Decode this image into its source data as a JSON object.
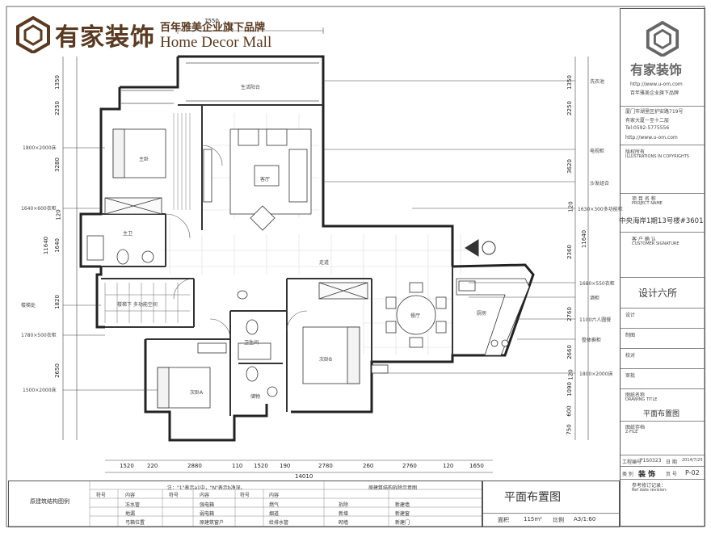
{
  "logo": {
    "brand": "有家装饰",
    "slogan": "百年雅美企业旗下品牌",
    "english": "Home Decor Mall"
  },
  "dimensions": {
    "top": "7550",
    "left": [
      "1350",
      "2250",
      "3280",
      "120",
      "1640",
      "1820",
      "2650"
    ],
    "left_total": "11640",
    "right": [
      "1350",
      "2250",
      "3620",
      "120",
      "2360",
      "2760",
      "2660",
      "120",
      "1090",
      "600",
      "750"
    ],
    "right_total": "11640",
    "bottom": [
      "1520",
      "220",
      "2880",
      "110",
      "1520",
      "190",
      "2780",
      "260",
      "2760",
      "120",
      "1650"
    ],
    "bottom_total": "14010"
  },
  "left_annotations": [
    "1800×2000床",
    "1640×600衣柜",
    "楼梯处",
    "1780×500衣柜",
    "1500×2000床"
  ],
  "right_annotations": [
    "洗衣池",
    "电视柜",
    "沙发组合",
    "1630×300多功能柜",
    "1680×550衣柜",
    "酒柜",
    "1100六人圆餐",
    "整体橱柜",
    "1800×2000床"
  ],
  "rooms": {
    "balcony": "生活阳台",
    "master": "主卧",
    "living": "客厅",
    "bath_master": "主卫",
    "corridor": "走道",
    "stair_room": "楼梯下 多功能空间",
    "dining": "餐厅",
    "kitchen": "厨房",
    "bath": "卫生间",
    "second_b": "次卧B",
    "second_a": "次卧A",
    "storage": "储物"
  },
  "title_block": {
    "url": "http://www.u-om.com",
    "company_cn": "百年雅美企业旗下品牌",
    "address": "厦门市湖里区护安路719号",
    "address2": "有家大厦一至十二层",
    "tel": "Tel:0592-5775556",
    "url2": "http://www.u-om.com",
    "notice_title": "版权所有",
    "notice_en": "ILLUSTRATIONS IN COPYRIGHTS",
    "project_label": "项 目 名 称",
    "project_en": "PROJECT NAME",
    "project_name": "中央海岸1期13号楼#3601",
    "client_label": "客 户 确 认",
    "client_en": "CUSTOMER SIGNATURE",
    "dept": "设计六所",
    "design": "设计",
    "draw": "制图",
    "check": "校对",
    "approve": "审批",
    "drawing_name_label": "图纸名称",
    "drawing_name_en": "DRAWING TITLE",
    "drawing_name": "平面布置图",
    "drawing_no_label": "图纸存档",
    "drawing_no_en": "Z-FILE",
    "job_no_label": "工程编号",
    "job_no": "P1S0323",
    "date_label": "日 期",
    "date": "2014/7/25",
    "category_label": "类 别",
    "category": "装 饰",
    "page_label": "页 号",
    "page": "P-02",
    "revision_label": "参考修订记录：",
    "revision_en": "Ref date revision:"
  },
  "legend": {
    "left_title": "原建筑结构图例",
    "note": "注：\"1\"表示a1中，\"N\"表示b净深。",
    "headers": [
      "符号",
      "内容",
      "符号",
      "内容",
      "符号",
      "内容"
    ],
    "items": [
      "冻水管",
      "强电箱",
      "燃气",
      "地漏",
      "弱电箱",
      "烟道",
      "弓箱位置",
      "原建筑窗户",
      "给排水管"
    ],
    "right_title": "原建筑结构拆除示意图",
    "right_items": [
      "拆除",
      "新建墙",
      "新增",
      "新建窗",
      "砌墙",
      "新建门"
    ]
  },
  "stamp": {
    "title": "平面布置图",
    "area_label": "面积",
    "area": "115m²",
    "scale_label": "比例",
    "scale": "A3/1:60"
  }
}
